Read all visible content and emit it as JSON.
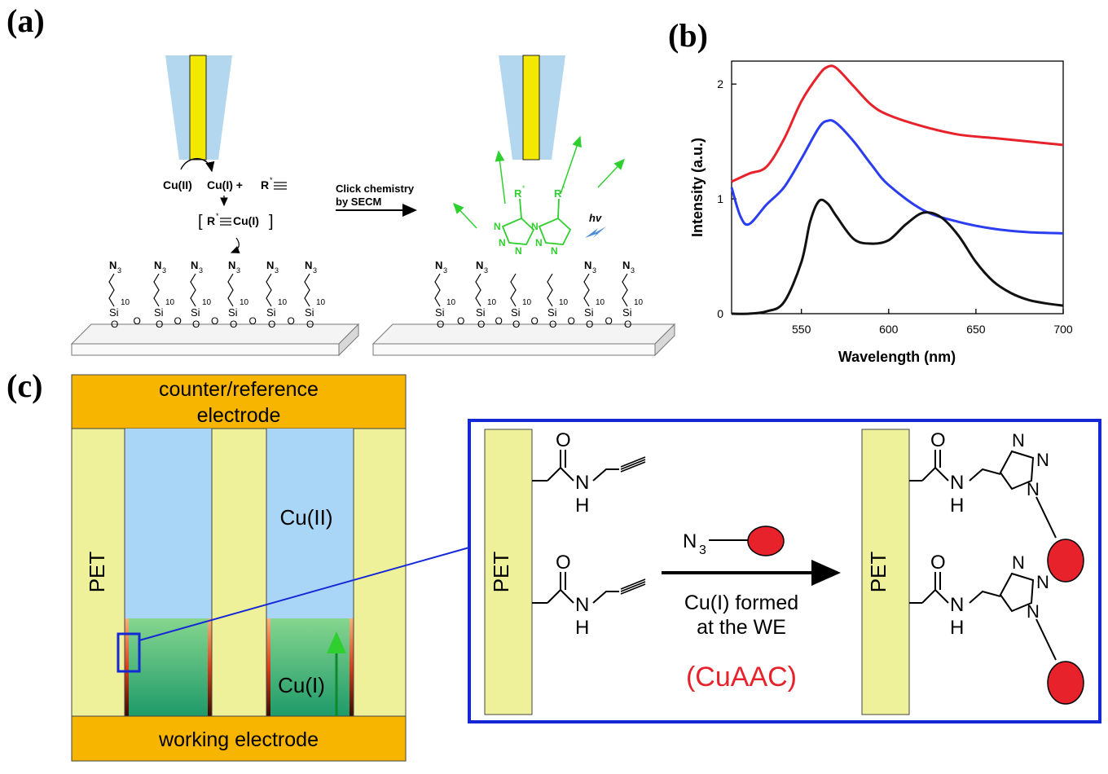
{
  "panel_a": {
    "label": "(a)",
    "reaction_line": [
      "Cu(II)",
      "Cu(I) +",
      "R"
    ],
    "star": "*",
    "complex_left": "[",
    "complex_r": "R",
    "complex_cu": "Cu(I)",
    "complex_right": "]",
    "arrow_label_1": "Click chemistry",
    "arrow_label_2": "by SECM",
    "azide": "N",
    "azide_sub": "3",
    "chain_sub": "10",
    "si": "Si",
    "o": "O",
    "triazole_n": "N",
    "r_star": "R",
    "hv": "hv"
  },
  "panel_b": {
    "label": "(b)"
  },
  "chart_data": {
    "type": "line",
    "xlabel": "Wavelength (nm)",
    "ylabel": "Intensity (a.u.)",
    "xlim": [
      510,
      700
    ],
    "ylim": [
      0,
      2.2
    ],
    "xticks": [
      550,
      600,
      650,
      700
    ],
    "yticks": [
      0,
      1,
      2
    ],
    "grid": false,
    "legend": "none",
    "series": [
      {
        "color": "#e8222b",
        "x": [
          510,
          520,
          530,
          540,
          550,
          560,
          565,
          570,
          580,
          590,
          600,
          620,
          640,
          660,
          680,
          700
        ],
        "y": [
          1.15,
          1.22,
          1.28,
          1.52,
          1.85,
          2.08,
          2.15,
          2.14,
          1.98,
          1.82,
          1.73,
          1.63,
          1.56,
          1.53,
          1.5,
          1.47
        ]
      },
      {
        "color": "#2b3df0",
        "x": [
          510,
          515,
          520,
          530,
          540,
          550,
          560,
          565,
          570,
          580,
          590,
          600,
          620,
          640,
          660,
          680,
          700
        ],
        "y": [
          1.1,
          0.85,
          0.78,
          0.95,
          1.1,
          1.35,
          1.62,
          1.68,
          1.66,
          1.5,
          1.3,
          1.12,
          0.9,
          0.8,
          0.74,
          0.71,
          0.7
        ]
      },
      {
        "color": "#111111",
        "x": [
          510,
          520,
          530,
          540,
          550,
          555,
          560,
          565,
          570,
          580,
          590,
          600,
          610,
          620,
          630,
          640,
          650,
          660,
          670,
          680,
          690,
          700
        ],
        "y": [
          0.0,
          0.0,
          0.02,
          0.1,
          0.45,
          0.8,
          0.98,
          0.96,
          0.85,
          0.65,
          0.61,
          0.64,
          0.78,
          0.88,
          0.84,
          0.68,
          0.45,
          0.28,
          0.18,
          0.12,
          0.09,
          0.07
        ]
      }
    ]
  },
  "panel_c": {
    "label": "(c)",
    "top_electrode_1": "counter/reference",
    "top_electrode_2": "electrode",
    "bottom_electrode": "working electrode",
    "pet_left": "PET",
    "cu2": "Cu(II)",
    "cu1": "Cu(I)",
    "inset": {
      "pet_a": "PET",
      "pet_b": "PET",
      "o": "O",
      "n": "N",
      "h": "H",
      "reagent_n": "N",
      "reagent_sub": "3",
      "cond_1": "Cu(I) formed",
      "cond_2": "at the WE",
      "cuaac": "(CuAAC)"
    }
  },
  "colors": {
    "electrode": "#f7b500",
    "pet": "#eef09a",
    "cu2_region": "#a9d6f7",
    "inset_border": "#1528d6",
    "cuaac_red": "#e8222b",
    "click_green": "#2fcf2f",
    "tip_yellow": "#f3e800",
    "tip_blue": "#b3d7ef"
  }
}
